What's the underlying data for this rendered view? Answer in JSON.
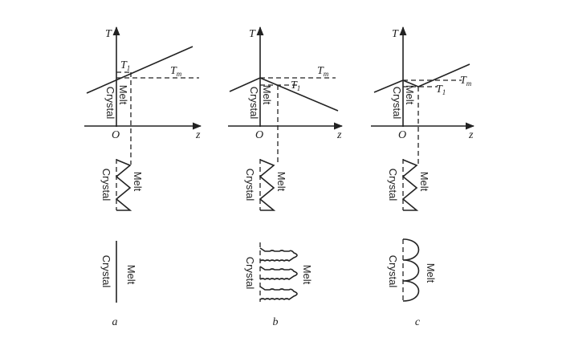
{
  "axes": {
    "y_label": "T",
    "x_label": "z",
    "origin": "O"
  },
  "temps": {
    "t1": "T",
    "t1_sub": "1",
    "tm": "T",
    "tm_sub": "m"
  },
  "labels": {
    "crystal": "Crystal",
    "melt": "Melt"
  },
  "panels": [
    {
      "letter": "a"
    },
    {
      "letter": "b"
    },
    {
      "letter": "c"
    }
  ]
}
